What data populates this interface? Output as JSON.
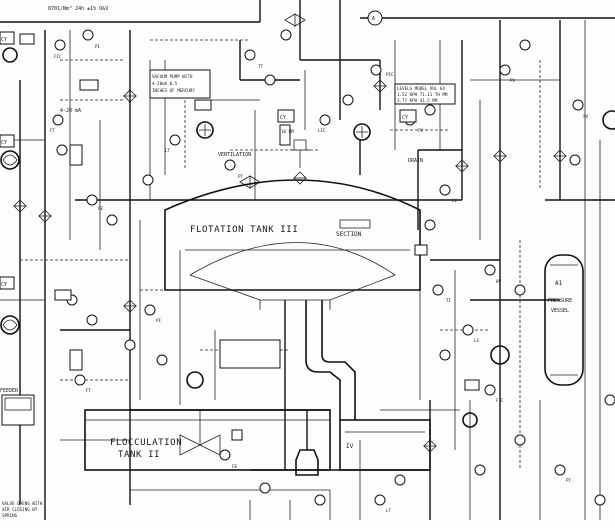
{
  "top_notes": {
    "flow_spec": "8701/Nm³ 24h ±1% O&V"
  },
  "vessels": {
    "flotation_tank": "FLOTATION TANK III",
    "flocculation_tank_line1": "FLOCCULATION",
    "flocculation_tank_line2": "TANK II",
    "pressure_vessel_line1": "A1",
    "pressure_vessel_line2": "PRESSURE",
    "pressure_vessel_line3": "VESSEL"
  },
  "labels": {
    "ventilation": "VENTILATION",
    "drain": "DRAIN",
    "section": "SECTION",
    "cy_left_top": "CY",
    "cy_left_mid": "CY",
    "cy_left_low": "CY",
    "cy_center": "CY",
    "cy_right": "CY",
    "signal_range": "4-20 mA",
    "vacuum_note_1": "VACUUM PUMP WITH",
    "vacuum_note_2": "4-20mA 0.5",
    "vacuum_note_3": "INCHES OF MERCURY",
    "level_note_1": "LEVELS MODEL VOL 64",
    "level_note_2": "1.52 KPH 71.11 TH MM",
    "level_note_3": "3.77 KPH 41.5 MM",
    "rm_label": "10 RM",
    "valve_note_1": "VALVE OPENS WITH",
    "valve_note_2": "AIR CLOSING BY",
    "valve_note_3": "SPRING",
    "feeder": "FEEDER",
    "roman_iv": "IV",
    "circle_a": "A"
  },
  "tags": [
    "FIC",
    "PI",
    "FT",
    "FE",
    "LT",
    "PT",
    "TT",
    "LIC",
    "PIC",
    "FV",
    "LV",
    "PV",
    "XV",
    "HV",
    "TI",
    "LS"
  ]
}
